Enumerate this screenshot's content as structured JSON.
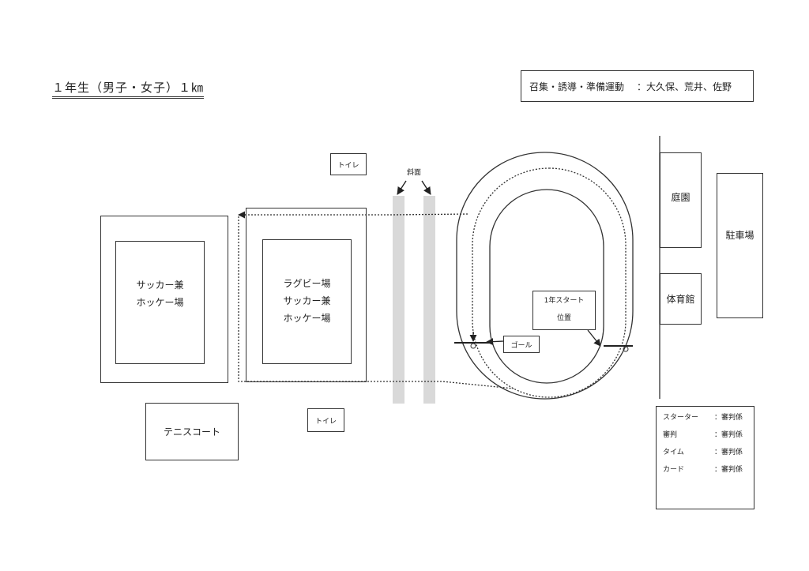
{
  "title": "１年生（男子・女子）１㎞",
  "staff": {
    "label": "召集・誘導・準備運動",
    "names": "：大久保、荒井、佐野"
  },
  "fields": {
    "soccer_hockey": [
      "サッカー兼",
      "ホッケー場"
    ],
    "rugby_soccer_hockey": [
      "ラグビー場",
      "サッカー兼",
      "ホッケー場"
    ],
    "tennis": "テニスコート",
    "garden": "庭園",
    "gym": "体育館",
    "parking": "駐車場"
  },
  "toilet_top": "トイレ",
  "toilet_bottom": "トイレ",
  "slope": "斜面",
  "start": [
    "1年スタート",
    "位置"
  ],
  "goal": "ゴール",
  "roles": [
    {
      "role": "スターター",
      "staff": "：審判係"
    },
    {
      "role": "審判",
      "staff": "：審判係"
    },
    {
      "role": "タイム",
      "staff": "：審判係"
    },
    {
      "role": "カード",
      "staff": "：審判係"
    }
  ]
}
